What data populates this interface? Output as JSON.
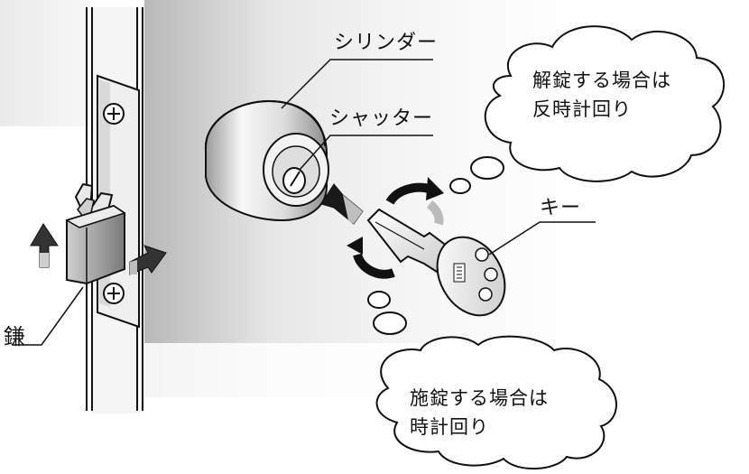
{
  "labels": {
    "cylinder": "シリンダー",
    "shutter": "シャッター",
    "key": "キー",
    "hook": "鎌"
  },
  "bubbles": {
    "unlock": {
      "line1": "解錠する場合は",
      "line2": "反時計回り"
    },
    "lock": {
      "line1": "施錠する場合は",
      "line2": "時計回り"
    }
  },
  "colors": {
    "ink": "#111111",
    "door": "#e2e2e2",
    "metal": "#f4f4f4",
    "arrow_dark": "#222222",
    "arrow_light": "#c8c8c8"
  },
  "icons": [
    "screw-icon",
    "arrow-up-icon",
    "arrow-right-icon",
    "arrow-insert-icon",
    "rotate-arrow-icon"
  ]
}
